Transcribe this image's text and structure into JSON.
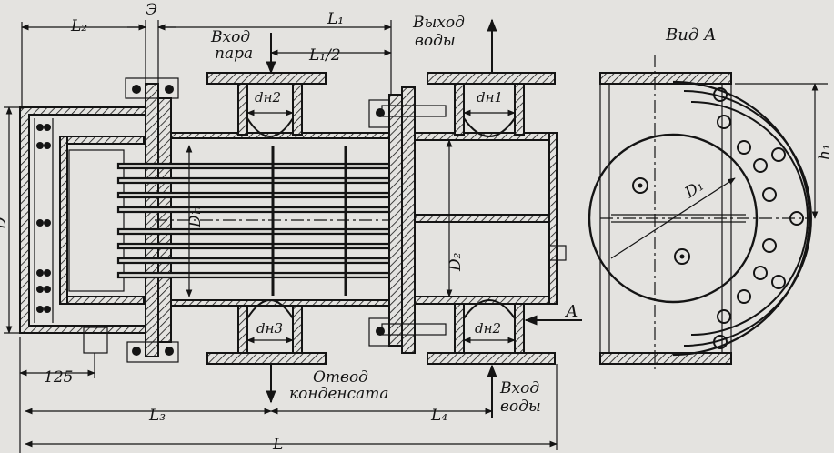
{
  "labels": {
    "L2": "L₂",
    "E": "Э",
    "L1": "L₁",
    "L1_half": "L₁/2",
    "steam_in_1": "Вход",
    "steam_in_2": "пара",
    "water_out_1": "Выход",
    "water_out_2": "воды",
    "view_a": "Вид А",
    "dn2_top": "dн2",
    "dn1": "dн1",
    "dn": "Dн",
    "D": "D",
    "D1": "D₁",
    "D2": "D₂",
    "h1": "h₁",
    "A": "А",
    "dn3": "dн3",
    "dn2_bottom": "dн2",
    "dim_125": "125",
    "condensate_1": "Отвод",
    "condensate_2": "конденсата",
    "water_in_1": "Вход",
    "water_in_2": "воды",
    "L3": "L₃",
    "L4": "L₄",
    "L": "L"
  }
}
